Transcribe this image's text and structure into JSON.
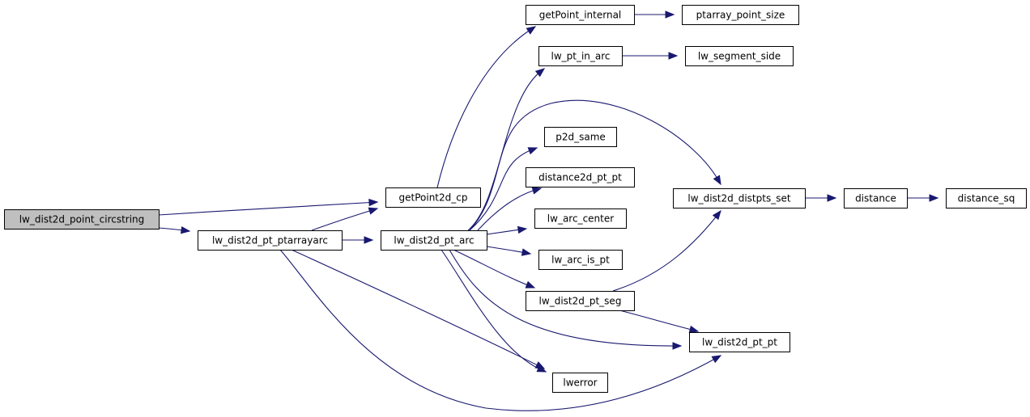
{
  "diagram": {
    "type": "call-graph",
    "root": "lw_dist2d_point_circstring",
    "colors": {
      "root_fill": "#bfbfbf",
      "node_fill": "#ffffff",
      "edge": "#191970"
    },
    "nodes": [
      {
        "id": "root",
        "label": "lw_dist2d_point_circstring"
      },
      {
        "id": "getPoint2d_cp",
        "label": "getPoint2d_cp"
      },
      {
        "id": "ptarrayarc",
        "label": "lw_dist2d_pt_ptarrayarc"
      },
      {
        "id": "pt_arc",
        "label": "lw_dist2d_pt_arc"
      },
      {
        "id": "getPoint_internal",
        "label": "getPoint_internal"
      },
      {
        "id": "ptarray_point_size",
        "label": "ptarray_point_size"
      },
      {
        "id": "lw_pt_in_arc",
        "label": "lw_pt_in_arc"
      },
      {
        "id": "lw_segment_side",
        "label": "lw_segment_side"
      },
      {
        "id": "p2d_same",
        "label": "p2d_same"
      },
      {
        "id": "distance2d_pt_pt",
        "label": "distance2d_pt_pt"
      },
      {
        "id": "lw_arc_center",
        "label": "lw_arc_center"
      },
      {
        "id": "lw_arc_is_pt",
        "label": "lw_arc_is_pt"
      },
      {
        "id": "pt_seg",
        "label": "lw_dist2d_pt_seg"
      },
      {
        "id": "lwerror",
        "label": "lwerror"
      },
      {
        "id": "distpts_set",
        "label": "lw_dist2d_distpts_set"
      },
      {
        "id": "distance",
        "label": "distance"
      },
      {
        "id": "distance_sq",
        "label": "distance_sq"
      },
      {
        "id": "pt_pt",
        "label": "lw_dist2d_pt_pt"
      }
    ],
    "edges": [
      [
        "root",
        "getPoint2d_cp"
      ],
      [
        "root",
        "ptarrayarc"
      ],
      [
        "ptarrayarc",
        "getPoint2d_cp"
      ],
      [
        "ptarrayarc",
        "pt_arc"
      ],
      [
        "ptarrayarc",
        "lwerror"
      ],
      [
        "ptarrayarc",
        "pt_pt"
      ],
      [
        "getPoint2d_cp",
        "getPoint_internal"
      ],
      [
        "getPoint_internal",
        "ptarray_point_size"
      ],
      [
        "pt_arc",
        "lw_pt_in_arc"
      ],
      [
        "pt_arc",
        "distpts_set"
      ],
      [
        "pt_arc",
        "p2d_same"
      ],
      [
        "pt_arc",
        "distance2d_pt_pt"
      ],
      [
        "pt_arc",
        "lw_arc_center"
      ],
      [
        "pt_arc",
        "lw_arc_is_pt"
      ],
      [
        "pt_arc",
        "pt_seg"
      ],
      [
        "pt_arc",
        "pt_pt"
      ],
      [
        "pt_arc",
        "lwerror"
      ],
      [
        "lw_pt_in_arc",
        "lw_segment_side"
      ],
      [
        "pt_seg",
        "distpts_set"
      ],
      [
        "pt_seg",
        "pt_pt"
      ],
      [
        "distpts_set",
        "distance"
      ],
      [
        "distance",
        "distance_sq"
      ]
    ]
  }
}
